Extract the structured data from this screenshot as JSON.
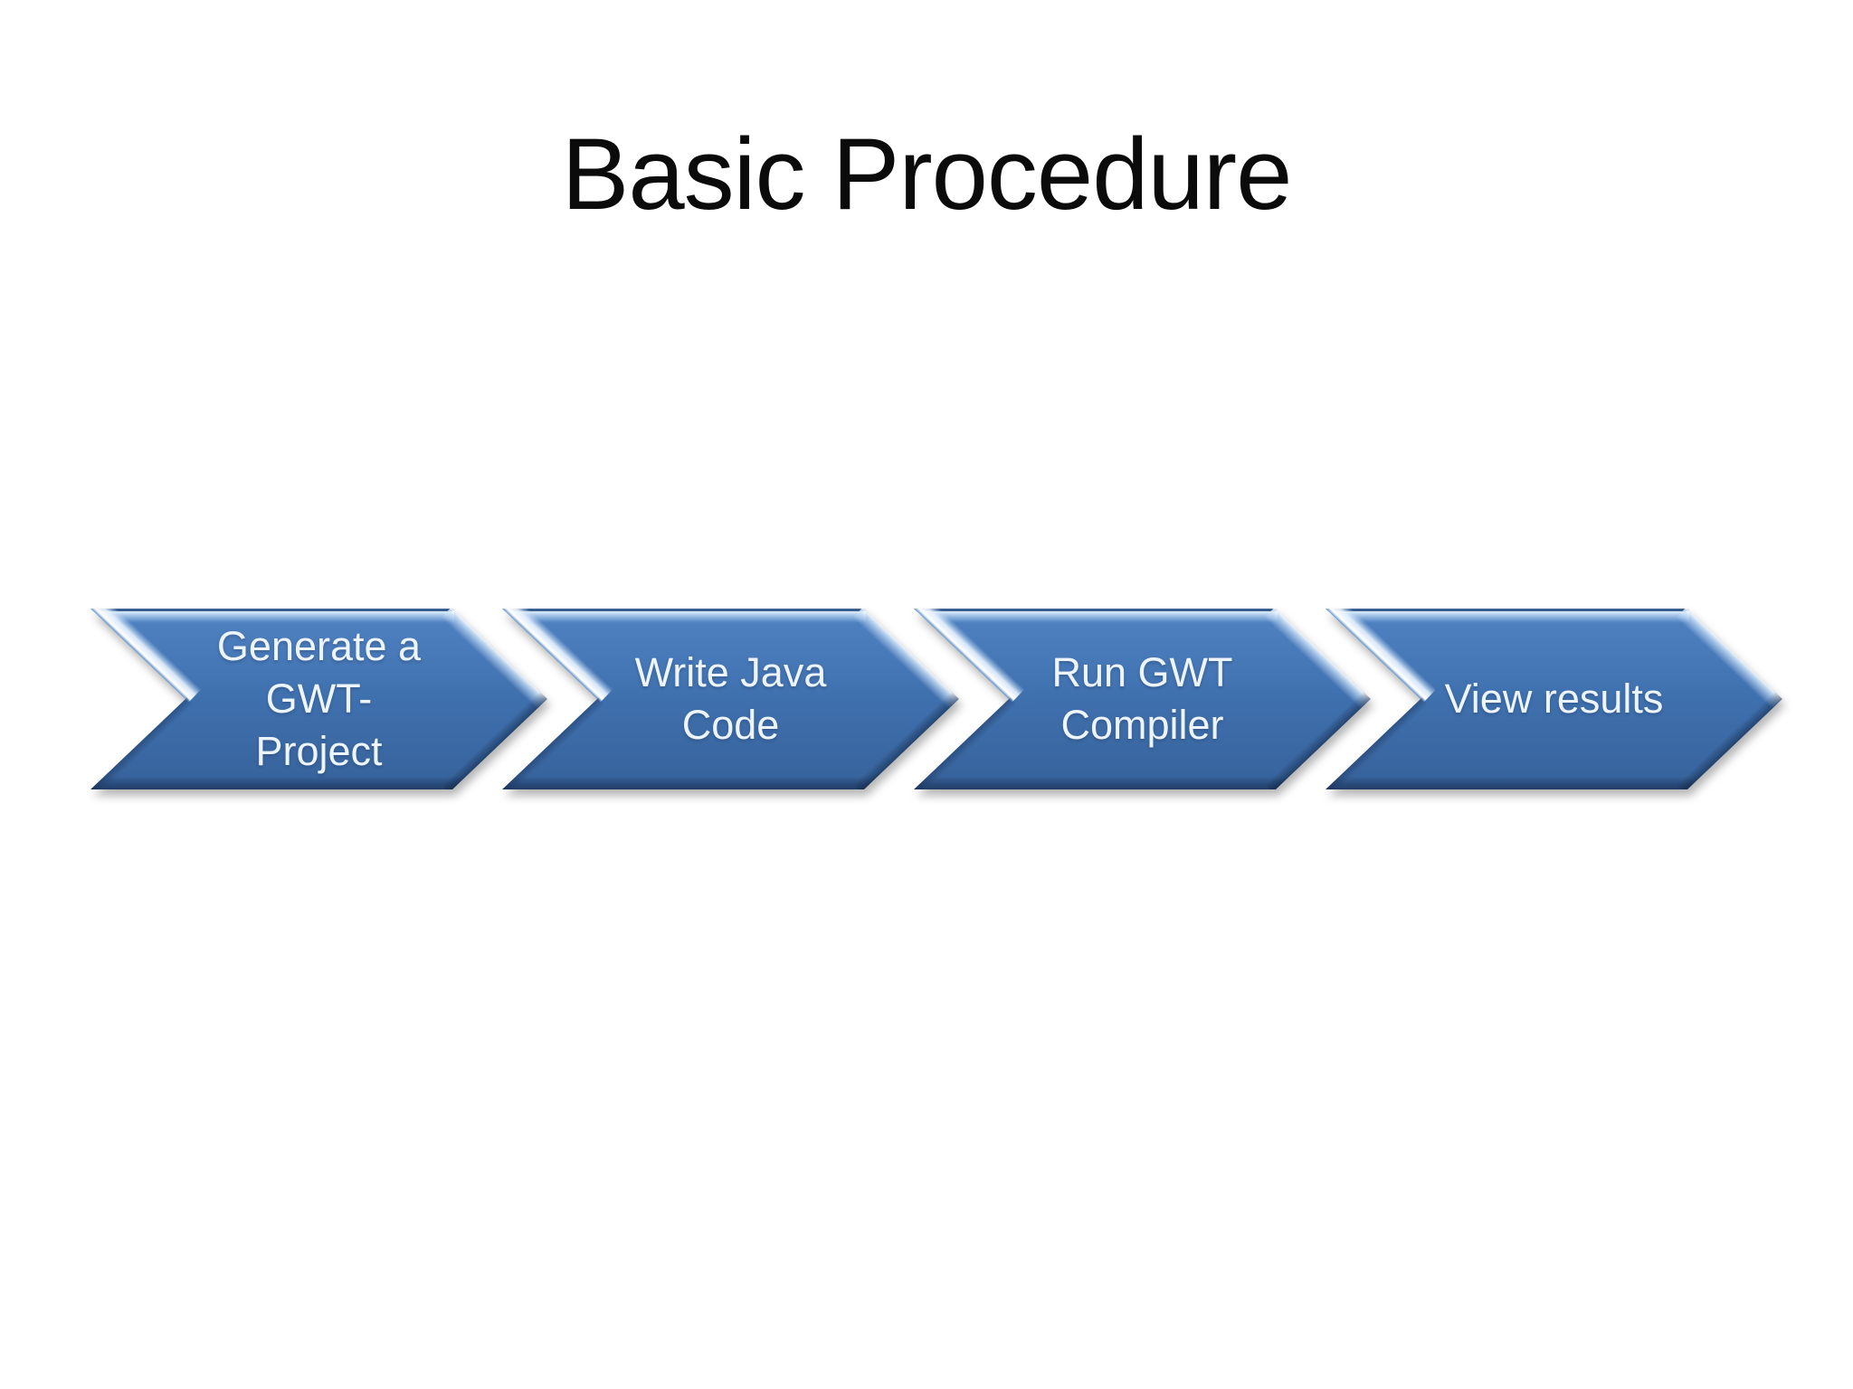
{
  "slide": {
    "title": "Basic Procedure",
    "background_color": "#ffffff",
    "title_color": "#0b0b0b"
  },
  "diagram": {
    "type": "chevron-process",
    "direction": "left-to-right",
    "step_count": 4,
    "steps": [
      {
        "index": 1,
        "label": "Generate a GWT-Project",
        "lines": [
          "Generate a",
          "GWT-",
          "Project"
        ]
      },
      {
        "index": 2,
        "label": "Write Java Code",
        "lines": [
          "Write Java",
          "Code"
        ]
      },
      {
        "index": 3,
        "label": "Run GWT Compiler",
        "lines": [
          "Run GWT",
          "Compiler"
        ]
      },
      {
        "index": 4,
        "label": "View results",
        "lines": [
          "View results"
        ]
      }
    ],
    "colors": {
      "arrow_body_top": "#4e80c0",
      "arrow_body_mid": "#3f70ae",
      "arrow_body_bottom": "#32588d",
      "arrow_top_edge_line": "#2a4c7c",
      "bevel_highlight": "#ffffff",
      "label_text": "#eef4fb"
    }
  }
}
